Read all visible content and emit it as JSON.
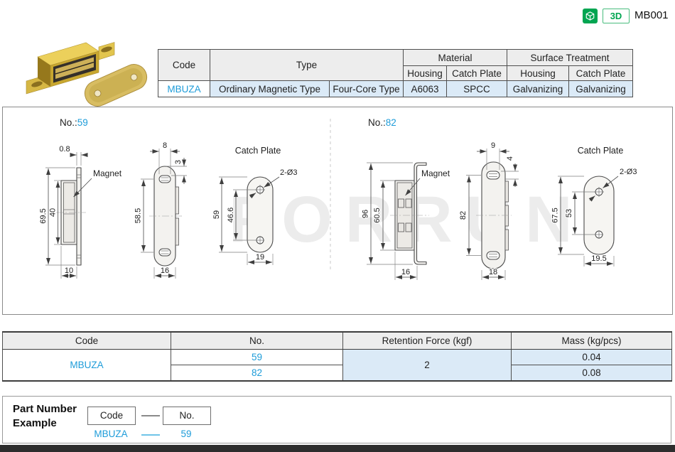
{
  "header": {
    "badge_3d": "3D",
    "part_code": "MB001"
  },
  "colors": {
    "accent_blue": "#1e9cd9",
    "accent_green": "#00a551",
    "row_highlight": "#dbeaf7",
    "header_gray": "#ededed"
  },
  "spec_table": {
    "h_code": "Code",
    "h_type": "Type",
    "h_material": "Material",
    "h_surface": "Surface Treatment",
    "h_mat_housing": "Housing",
    "h_mat_catch_plate": "Catch Plate",
    "h_st_housing": "Housing",
    "h_st_catch_plate": "Catch Plate",
    "code": "MBUZA",
    "type_main": "Ordinary Magnetic Type",
    "type_sub": "Four-Core Type",
    "material_housing": "A6063",
    "material_catch_plate": "SPCC",
    "surface_housing": "Galvanizing",
    "surface_catch_plate": "Galvanizing"
  },
  "drawings": {
    "watermark": "FORRUN",
    "no59": {
      "label": "No.:",
      "number": "59",
      "side": {
        "dim_thickness": "0.8",
        "dim_height": "69.5",
        "dim_magnet_height": "40",
        "dim_depth": "10",
        "magnet": "Magnet"
      },
      "front": {
        "dim_slot_width": "8",
        "dim_slot_offset": "3",
        "dim_pitch": "58.5",
        "dim_width": "16"
      },
      "plate": {
        "title": "Catch Plate",
        "dim_holes": "2-Ø3",
        "dim_height": "59",
        "dim_pitch": "46.6",
        "dim_width": "19"
      }
    },
    "no82": {
      "label": "No.:",
      "number": "82",
      "side": {
        "dim_height": "96",
        "dim_magnet_height": "60.5",
        "dim_depth": "16",
        "magnet": "Magnet"
      },
      "front": {
        "dim_slot_width": "9",
        "dim_slot_offset": "4",
        "dim_pitch": "82",
        "dim_width": "18"
      },
      "plate": {
        "title": "Catch Plate",
        "dim_holes": "2-Ø3",
        "dim_height": "67.5",
        "dim_pitch": "53",
        "dim_width": "19.5"
      }
    }
  },
  "data_table": {
    "h_code": "Code",
    "h_no": "No.",
    "h_force": "Retention Force (kgf)",
    "h_mass": "Mass (kg/pcs)",
    "code": "MBUZA",
    "force": "2",
    "rows": [
      {
        "no": "59",
        "mass": "0.04"
      },
      {
        "no": "82",
        "mass": "0.08"
      }
    ]
  },
  "part_number_example": {
    "title1": "Part Number",
    "title2": "Example",
    "box_code": "Code",
    "box_no": "No.",
    "value_code": "MBUZA",
    "value_no": "59"
  }
}
